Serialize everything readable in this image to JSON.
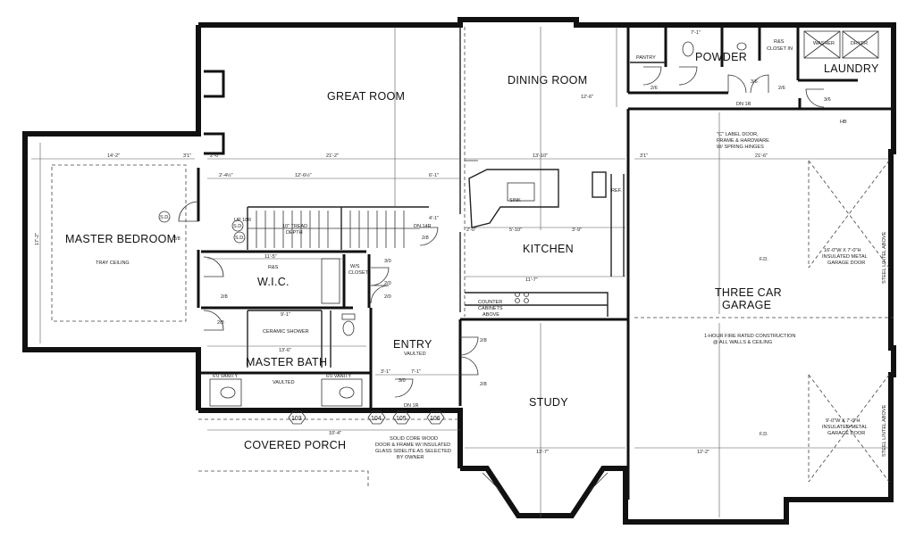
{
  "rooms": {
    "great_room": "GREAT ROOM",
    "dining_room": "DINING ROOM",
    "powder": "POWDER",
    "laundry": "LAUNDRY",
    "master_bedroom": "MASTER BEDROOM",
    "kitchen": "KITCHEN",
    "three_car_garage_1": "THREE CAR",
    "three_car_garage_2": "GARAGE",
    "wic": "W.I.C.",
    "entry": "ENTRY",
    "master_bath": "MASTER BATH",
    "study": "STUDY",
    "covered_porch": "COVERED PORCH",
    "pantry": "PANTRY"
  },
  "labels": {
    "tray_ceiling": "TRAY CEILING",
    "vaulted_entry": "VAULTED",
    "vaulted_bath": "VAULTED",
    "sink": "SINK",
    "ref": "REF.",
    "counter_1": "COUNTER",
    "counter_2": "CABINETS",
    "counter_3": "ABOVE",
    "ceramic_shower": "CERAMIC SHOWER",
    "vanity_left": "6'0 VANITY",
    "vanity_right": "6'0 VANITY",
    "rs_wic": "R&S",
    "rs_closet": "R&S",
    "closet_in": "CLOSET IN",
    "washer": "WASHER",
    "dryer": "DRYER",
    "up_18r": "UP 18R",
    "dn_14r": "DN 14R",
    "dn_1r_garage": "DN 1R",
    "dn_1r_entry": "DN 1R",
    "tread_depth_1": "10\" TREAD",
    "tread_depth_2": "DEPTH",
    "closet_label_1": "W/S",
    "closet_label_2": "CLOSET",
    "fd_1": "F.D.",
    "fd_2": "F.D.",
    "hb": "HB"
  },
  "notes": {
    "c_label_1": "\"C\" LABEL DOOR,",
    "c_label_2": "FRAME & HARDWARE",
    "c_label_3": "W/ SPRING HINGES",
    "fire_1": "1-HOUR FIRE RATED CONSTRUCTION",
    "fire_2": "@ ALL WALLS & CEILING",
    "garage_door_top_1": "16'-0\"W X 7'-0\"H",
    "garage_door_top_2": "INSULATED METAL",
    "garage_door_top_3": "GARAGE DOOR",
    "garage_door_bot_1": "9'-0\"W X 7'-0\"H",
    "garage_door_bot_2": "INSULATED METAL",
    "garage_door_bot_3": "GARAGE DOOR",
    "steel_lintel_top": "STEEL LINTEL ABOVE",
    "steel_lintel_bot": "STEEL LINTEL ABOVE",
    "entry_door_1": "SOLID CORE WOOD",
    "entry_door_2": "DOOR & FRAME W/ INSULATED",
    "entry_door_3": "GLASS SIDELITE AS SELECTED",
    "entry_door_4": "BY OWNER"
  },
  "tags": {
    "t103": "103",
    "t104": "104",
    "t105": "105",
    "t106": "106",
    "sd1": "S.D.",
    "sd2": "S.D.",
    "sd3": "S.D."
  },
  "dimensions": {
    "d_14_2": "14'-2\"",
    "d_3_1_a": "3'1\"",
    "d_21_2": "21'-2\"",
    "d_13_10": "13'-10\"",
    "d_3_1_b": "3'1\"",
    "d_21_6": "21'-6\"",
    "d_2_4_a": "2'-4½\"",
    "d_12_6": "12'-6½\"",
    "d_6_1": "6'-1\"",
    "d_4_1": "4'-1\"",
    "d_2_0_a": "2'-0\"",
    "d_11_5": "11'-5\"",
    "d_11_7": "11'-7\"",
    "d_2_0_b": "2'-0\"",
    "d_5_10": "5'-10\"",
    "d_3_9": "3'-9\"",
    "d_12_6_b": "12'-6\"",
    "d_13_7": "13'-7\"",
    "d_12_2": "12'-2\"",
    "d_7_1": "7'-1\"",
    "d_7_1_b": "7'-1\"",
    "d_10_4": "10'-4\"",
    "d_13_6": "13'-6\"",
    "d_9_1": "9'-1\"",
    "d_3_1_c": "3'-1\"",
    "d_17_2": "17'-2\"",
    "d_2_8_a": "2/8",
    "d_2_8_b": "2/8",
    "d_2_8_c": "2/8",
    "d_2_8_d": "2/8",
    "d_2_8_e": "2/8",
    "d_2_8_f": "2/8",
    "d_3_0_entry": "3/0",
    "d_3_0_laundry": "3/6",
    "d_3_6_garage": "3/6",
    "d_2_6_a": "2/6",
    "d_2_6_b": "2/6",
    "d_2_0_c": "2/0",
    "d_2_0_d": "2/0",
    "d_3_0_clo": "3/0"
  }
}
